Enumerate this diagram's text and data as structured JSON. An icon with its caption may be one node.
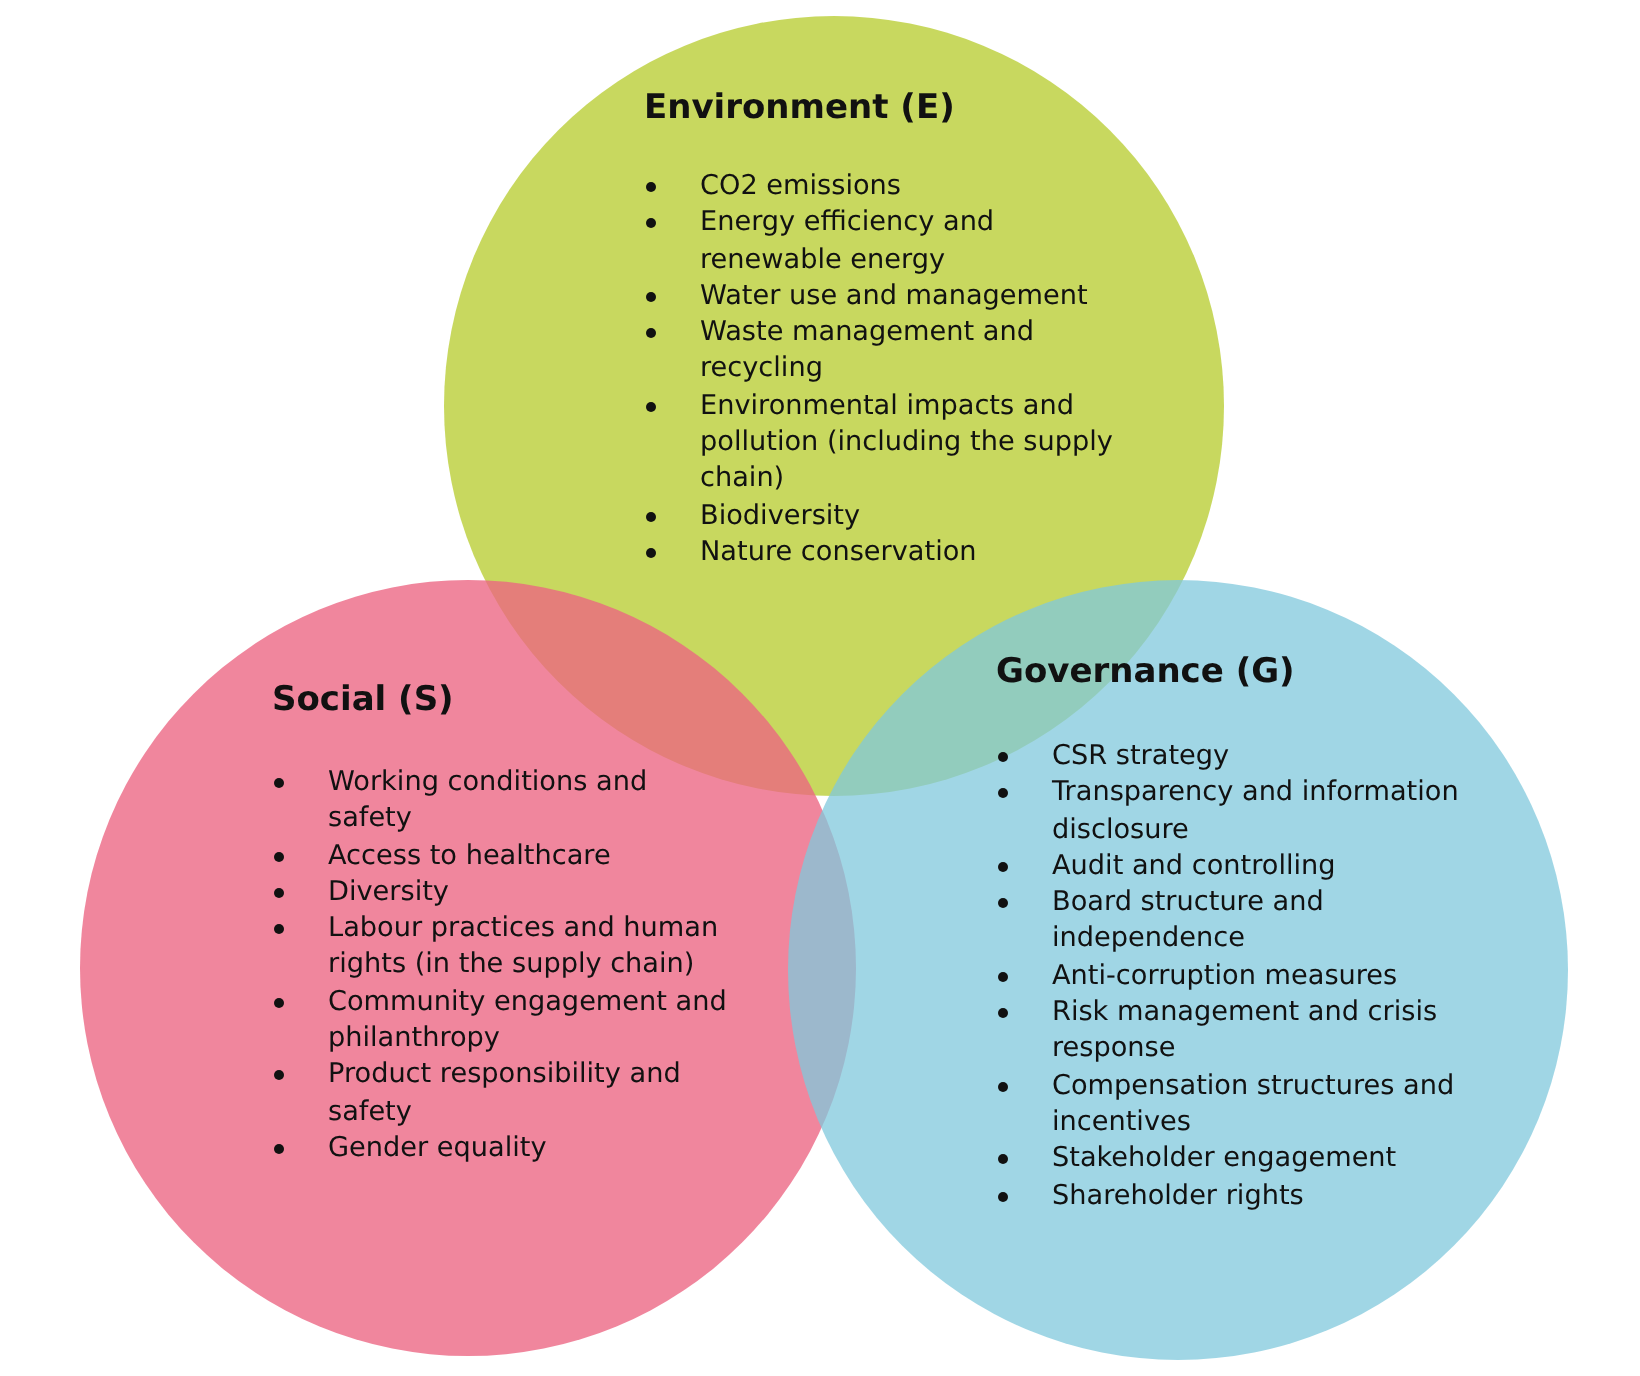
{
  "diagram": {
    "nodes": [
      {
        "text": [
          "Environment (E)",
          "CO2 emissions",
          "Energy efficiency and renewable energy",
          "Water use and management",
          "Waste management and recycling",
          "Environmental impacts and pollution (including the supply chain)",
          "Biodiversity",
          "Nature conservation"
        ]
      },
      {
        "text": [
          "Social (S)",
          "Working conditions and safety",
          "Access to healthcare",
          "Diversity",
          "Labour practices and human rights (in the supply chain)",
          "Community engagement and philanthropy",
          "Product responsibility and safety",
          "Gender equality"
        ]
      },
      {
        "text": [
          "Governance (G)",
          "CSR strategy",
          "Transparency and information disclosure",
          "Audit and controlling",
          "Board structure and independence",
          "Anti-corruption measures",
          "Risk management and crisis response",
          "Compensation structures and incentives",
          "Stakeholder engagement",
          "Shareholder rights"
        ]
      }
    ],
    "edges": []
  }
}
